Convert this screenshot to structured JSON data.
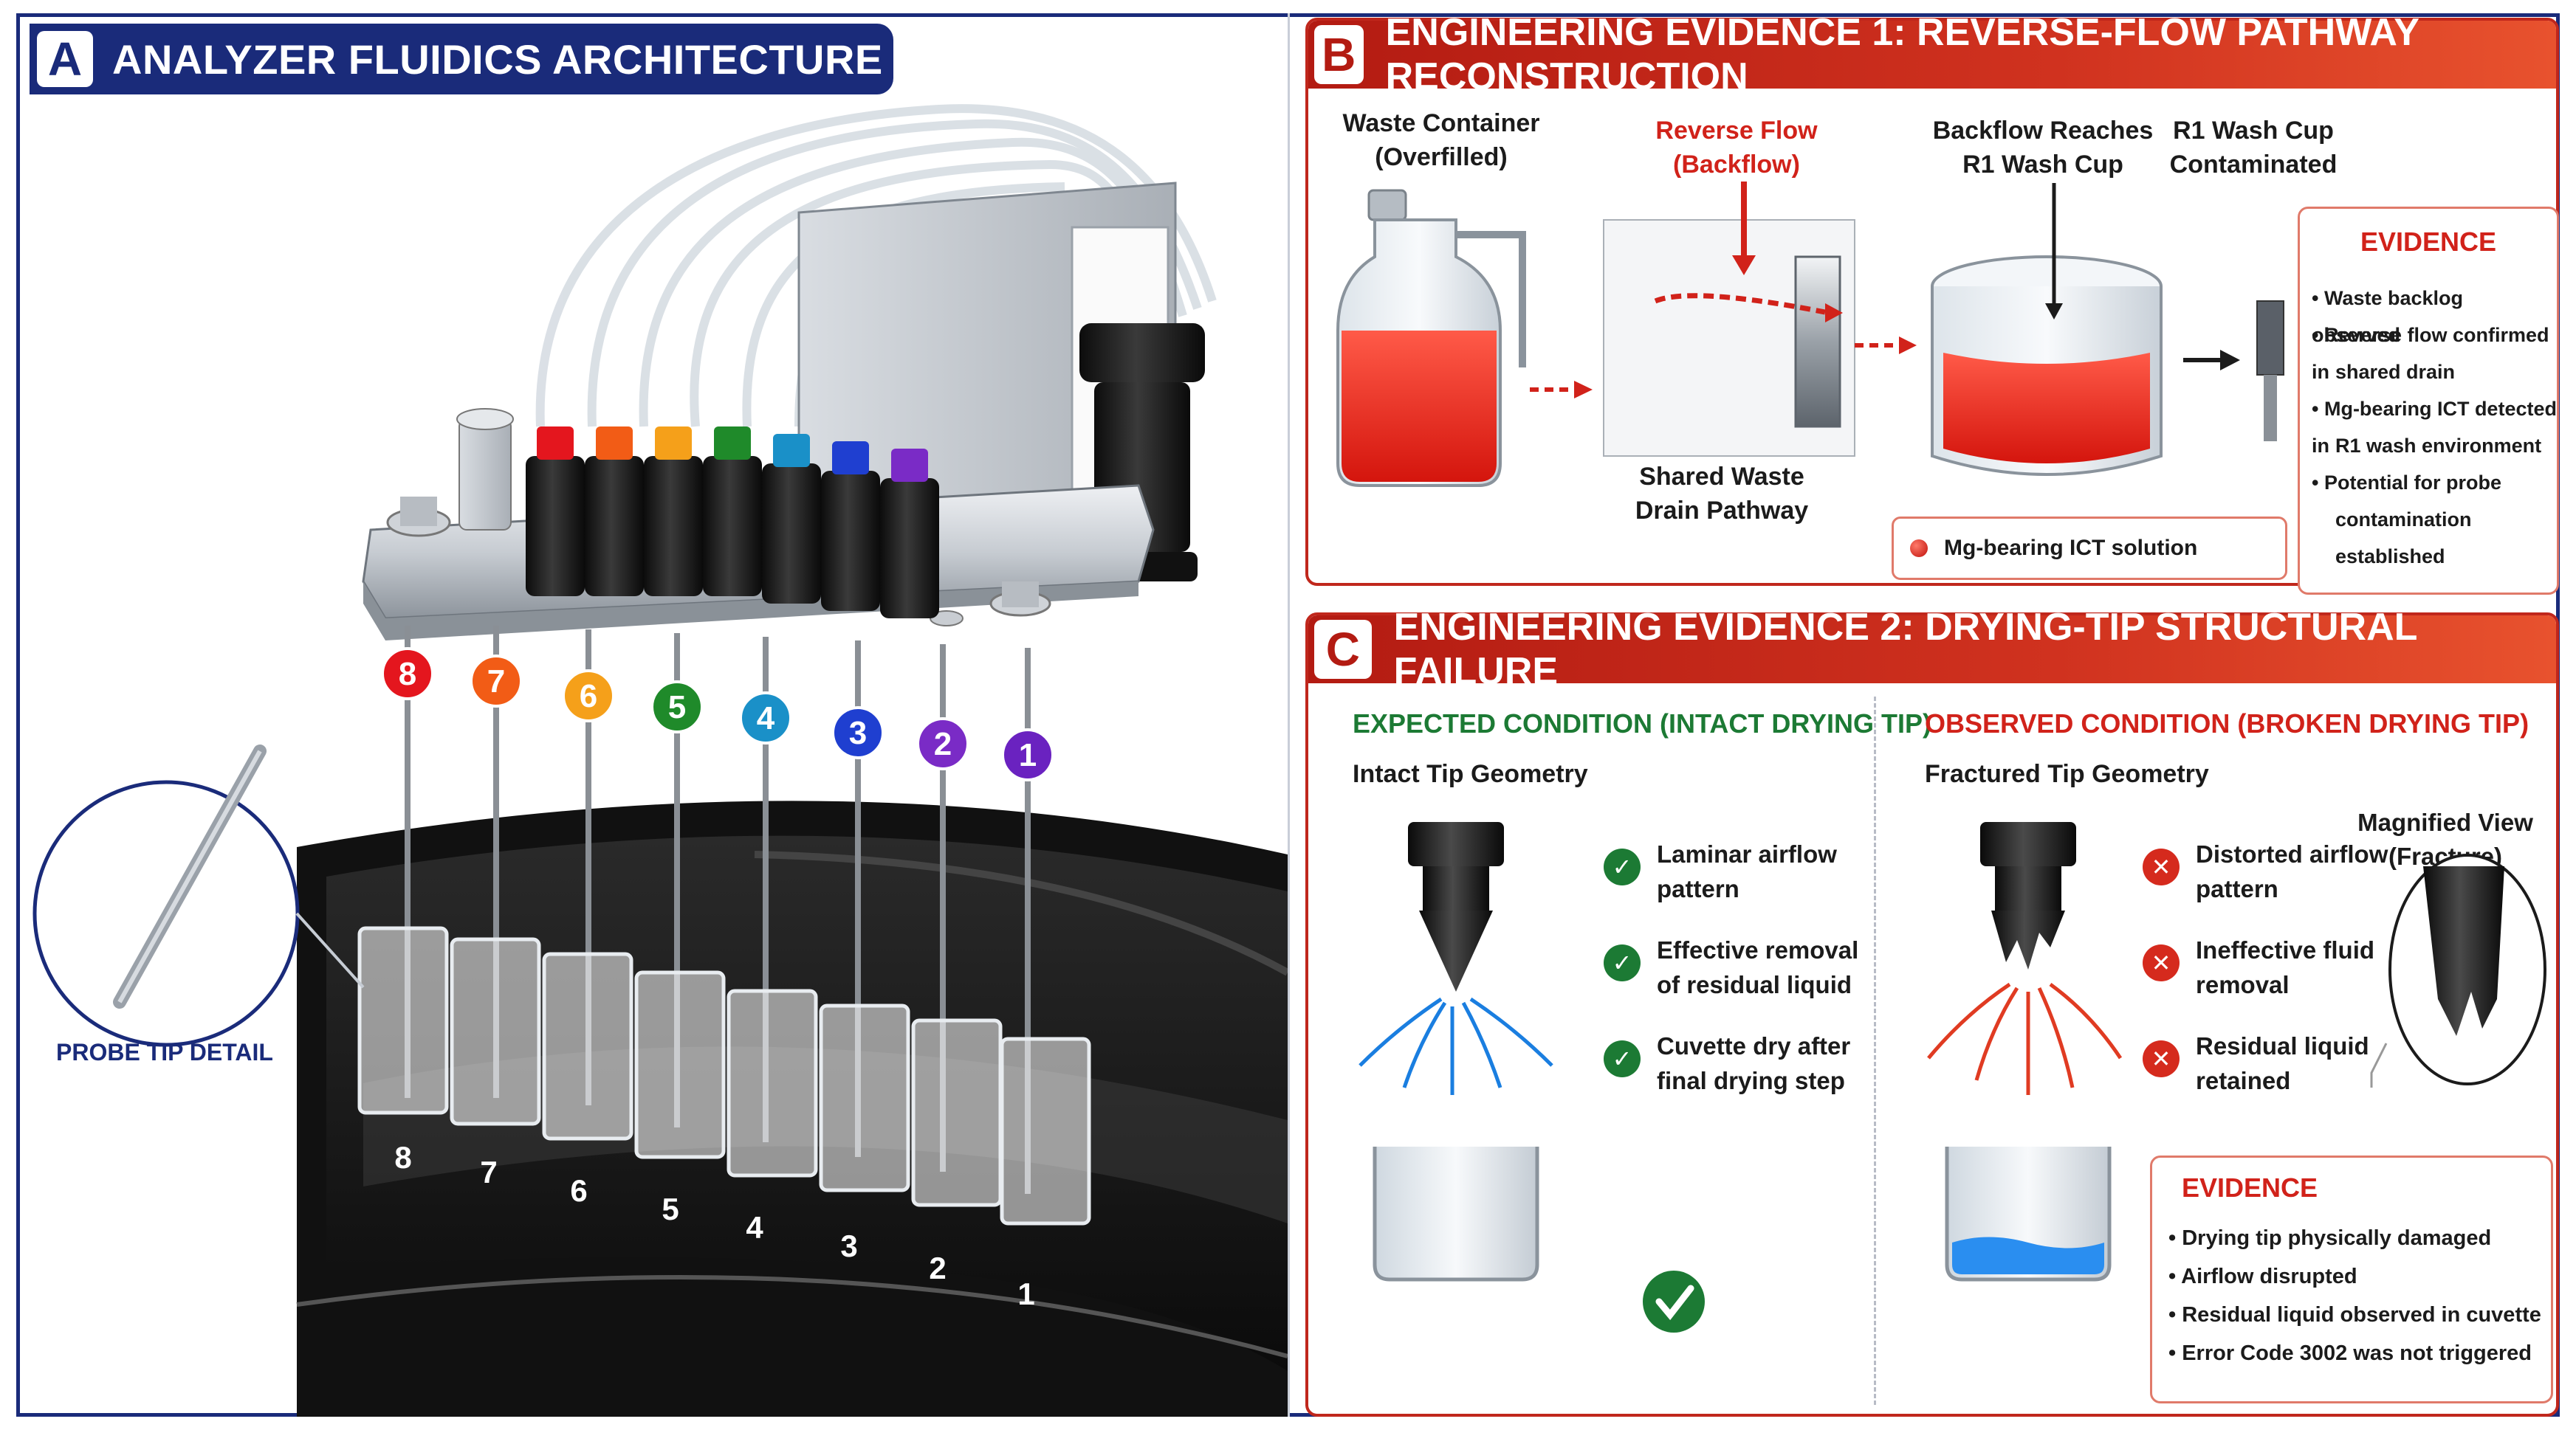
{
  "panel_a": {
    "letter": "A",
    "title": "ANALYZER FLUIDICS ARCHITECTURE",
    "probe_caption": "PROBE TIP DETAIL",
    "probe_numbers": [
      "8",
      "7",
      "6",
      "5",
      "4",
      "3",
      "2",
      "1"
    ],
    "probe_colors": [
      "#e4161e",
      "#f25c16",
      "#f5a01a",
      "#1f8a2a",
      "#1a90c8",
      "#1f3fd0",
      "#7a2bc6",
      "#6a22c0"
    ],
    "cuvette_numbers": [
      "8",
      "7",
      "6",
      "5",
      "4",
      "3",
      "2",
      "1"
    ]
  },
  "panel_b": {
    "letter": "B",
    "title": "ENGINEERING EVIDENCE 1: REVERSE-FLOW PATHWAY RECONSTRUCTION",
    "waste_container": [
      "Waste Container",
      "(Overfilled)"
    ],
    "reverse_flow": [
      "Reverse Flow",
      "(Backflow)"
    ],
    "backflow_reaches": [
      "Backflow Reaches",
      "R1 Wash Cup"
    ],
    "r1_contaminated": [
      "R1 Wash Cup",
      "Contaminated"
    ],
    "shared_drain": [
      "Shared Waste",
      "Drain Pathway"
    ],
    "legend": "Mg-bearing ICT solution",
    "evidence": {
      "title": "EVIDENCE",
      "lines": [
        "Waste backlog observed",
        "Reverse flow confirmed in",
        "shared drain",
        "Mg-bearing ICT detected in",
        "R1 wash environment",
        "Potential for probe",
        "contamination established"
      ]
    }
  },
  "panel_c": {
    "letter": "C",
    "title": "ENGINEERING EVIDENCE 2: DRYING-TIP STRUCTURAL FAILURE",
    "expected_head": "EXPECTED CONDITION (INTACT DRYING TIP)",
    "observed_head": "OBSERVED CONDITION (BROKEN DRYING TIP)",
    "intact_sub": "Intact Tip Geometry",
    "fractured_sub": "Fractured Tip Geometry",
    "magnified": [
      "Magnified View",
      "(Fracture)"
    ],
    "expected_items": [
      [
        "Laminar airflow",
        "pattern"
      ],
      [
        "Effective removal",
        "of residual liquid"
      ],
      [
        "Cuvette dry after",
        "final drying step"
      ]
    ],
    "observed_items": [
      [
        "Distorted airflow",
        "pattern"
      ],
      [
        "Ineffective fluid",
        "removal"
      ],
      [
        "Residual liquid",
        "retained"
      ]
    ],
    "evidence": {
      "title": "EVIDENCE",
      "lines": [
        "Drying tip physically damaged",
        "Airflow disrupted",
        "Residual liquid observed in cuvette",
        "Error Code 3002 was not triggered"
      ]
    }
  }
}
